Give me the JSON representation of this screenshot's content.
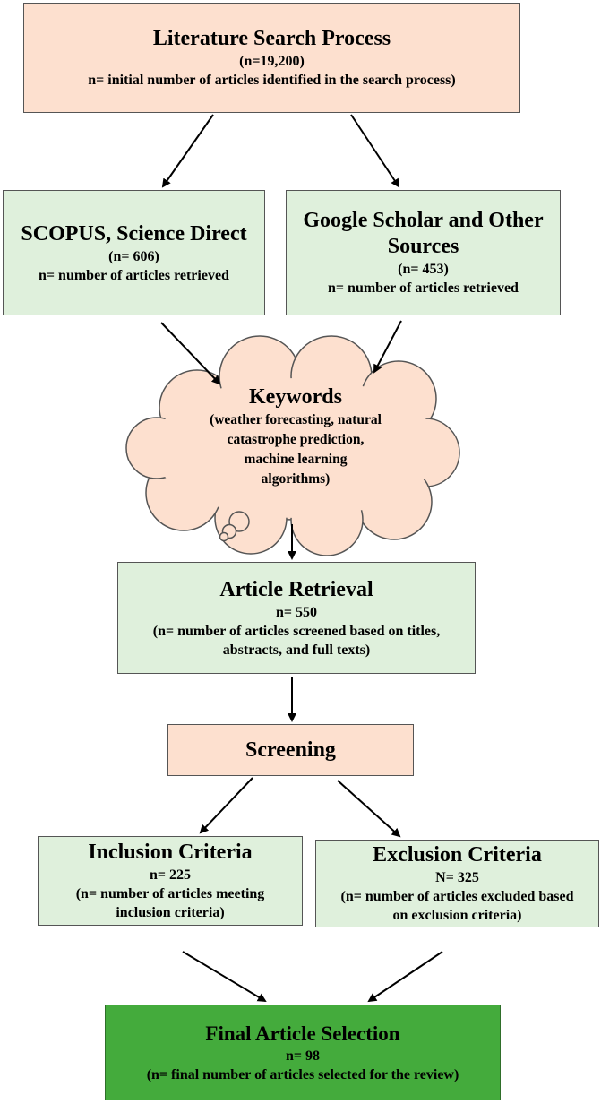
{
  "search": {
    "title": "Literature Search Process",
    "count": "(n=19,200)",
    "desc": "n= initial number of articles identified in the search process)"
  },
  "scopus": {
    "title": "SCOPUS, Science Direct",
    "count": "(n= 606)",
    "desc": "n= number of articles retrieved"
  },
  "google": {
    "title_line1": "Google Scholar and Other",
    "title_line2": "Sources",
    "count": "(n= 453)",
    "desc": "n= number of articles retrieved"
  },
  "keywords": {
    "title": "Keywords",
    "line1": "(weather forecasting, natural",
    "line2": "catastrophe prediction,",
    "line3": "machine learning",
    "line4": "algorithms)"
  },
  "retrieval": {
    "title": "Article Retrieval",
    "count": "n= 550",
    "desc_line1": "(n= number of articles screened based on titles,",
    "desc_line2": "abstracts, and full texts)"
  },
  "screening": {
    "title": "Screening"
  },
  "inclusion": {
    "title": "Inclusion Criteria",
    "count": "n= 225",
    "desc_line1": "(n= number of articles meeting",
    "desc_line2": "inclusion criteria)"
  },
  "exclusion": {
    "title": "Exclusion Criteria",
    "count": "N= 325",
    "desc_line1": "(n= number of articles excluded based",
    "desc_line2": "on exclusion criteria)"
  },
  "final": {
    "title": "Final Article Selection",
    "count": "n= 98",
    "desc": "(n= final number of articles selected for the review)"
  },
  "colors": {
    "peach": "#fde0cf",
    "light_green": "#dff0dc",
    "dark_green": "#44ab3c"
  }
}
